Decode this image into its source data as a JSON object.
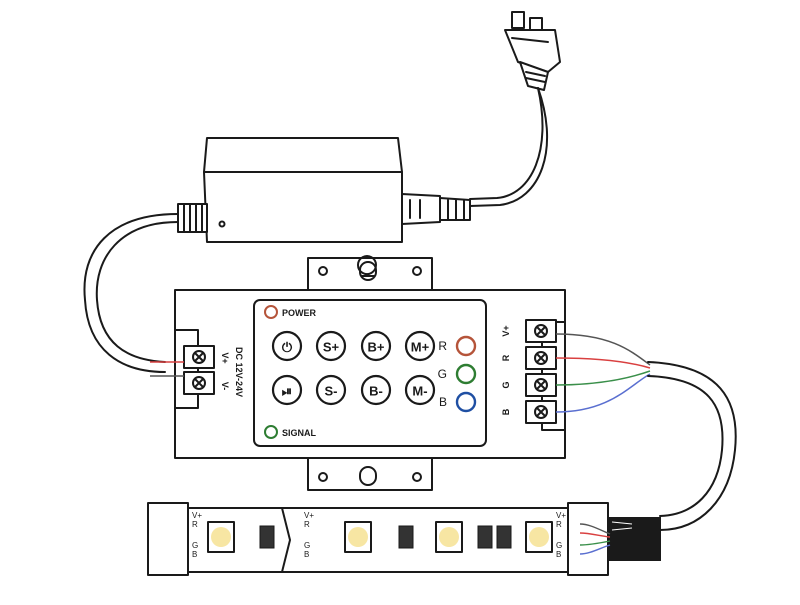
{
  "controller": {
    "power_label": "POWER",
    "signal_label": "SIGNAL",
    "input_label": "DC 12V-24V",
    "input_pos": "V+",
    "input_neg": "V-",
    "buttons": [
      {
        "label": "⏻",
        "name": "power"
      },
      {
        "label": "S+",
        "name": "speed-up"
      },
      {
        "label": "B+",
        "name": "brightness-up"
      },
      {
        "label": "M+",
        "name": "mode-up"
      },
      {
        "label": "⏯",
        "name": "play-pause"
      },
      {
        "label": "S-",
        "name": "speed-down"
      },
      {
        "label": "B-",
        "name": "brightness-down"
      },
      {
        "label": "M-",
        "name": "mode-down"
      }
    ],
    "channels": [
      {
        "letter": "R",
        "color": "#b5543a"
      },
      {
        "letter": "G",
        "color": "#2e7d32"
      },
      {
        "letter": "B",
        "color": "#1f4fa3"
      }
    ],
    "output_terminals": [
      "V+",
      "R",
      "G",
      "B"
    ]
  },
  "colors": {
    "power_led": "#b5543a",
    "signal_led": "#2e7d32",
    "wire_red": "#d94040",
    "wire_green": "#3a8f4a",
    "wire_blue": "#5a6fd0",
    "wire_black": "#555555"
  },
  "strip": {
    "pad_labels": [
      "V+",
      "R",
      "G",
      "B"
    ]
  }
}
